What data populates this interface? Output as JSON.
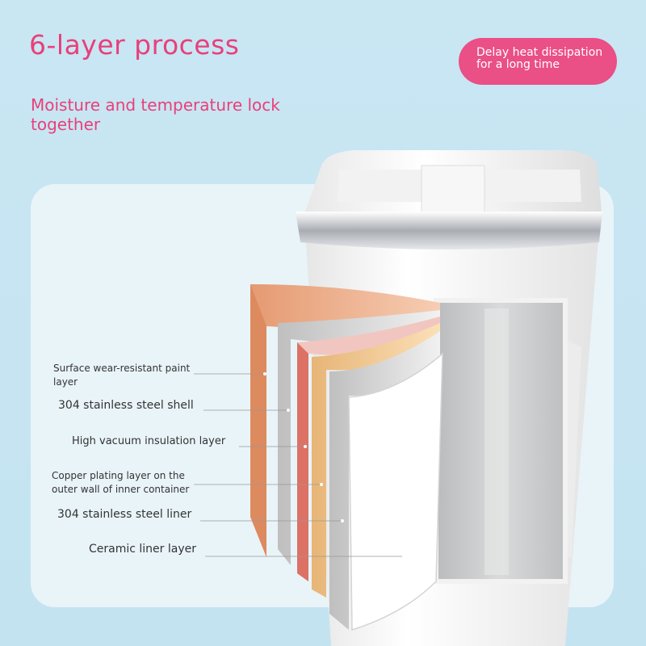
{
  "header": {
    "title": "6-layer process",
    "subtitle": "Moisture and temperature lock together",
    "badge": "Delay heat dissipation for a long time"
  },
  "layers": [
    {
      "label": "Surface wear-resistant paint layer"
    },
    {
      "label": "304 stainless steel shell"
    },
    {
      "label": "High vacuum insulation layer"
    },
    {
      "label": "Copper plating layer on the outer wall of inner container"
    },
    {
      "label": "304 stainless steel liner"
    },
    {
      "label": "Ceramic liner layer"
    }
  ],
  "colors": {
    "accent": "#e8407a",
    "badge": "#ea4f86",
    "panel": "#e9f4f9",
    "background": "#c9e6f3",
    "paint_layer": "#e9a27d",
    "shell_layer": "#d7d7d7",
    "vacuum_layer": "#e07e73",
    "copper_layer": "#f0c58f",
    "liner_layer": "#e2e2e2",
    "ceramic_layer": "#ffffff"
  }
}
